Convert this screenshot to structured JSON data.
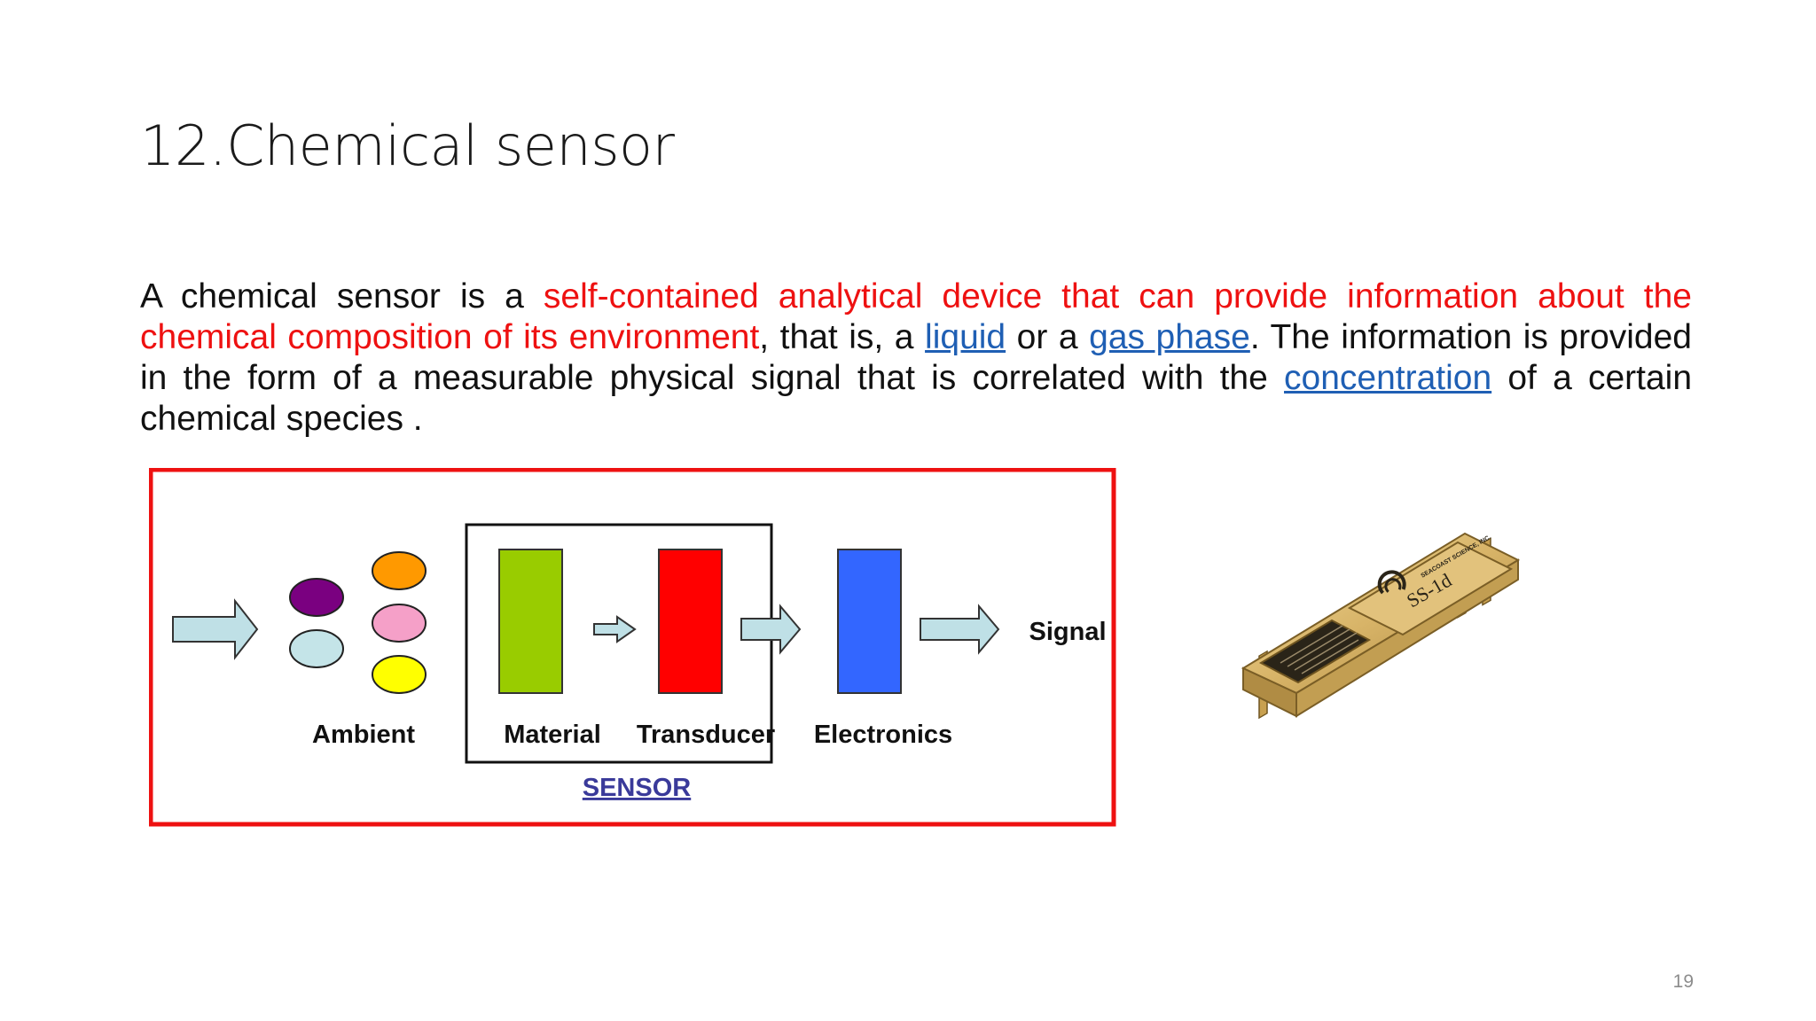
{
  "slide": {
    "title": "12.Chemical sensor",
    "page_number": "19"
  },
  "paragraph": {
    "part1": "A chemical sensor is a ",
    "highlight": "self-contained analytical device that can provide information about the chemical composition of its environment",
    "part2": ", that is, a ",
    "link_liquid": "liquid",
    "part3": " or a ",
    "link_gas": "gas phase",
    "part4": ". The information is provided in the form of a measurable physical signal that is correlated with the ",
    "link_concentration": "concentration",
    "part5": " of a certain chemical species ."
  },
  "diagram": {
    "labels": {
      "ambient": "Ambient",
      "material": "Material",
      "transducer": "Transducer",
      "electronics": "Electronics",
      "signal": "Signal",
      "sensor": "SENSOR"
    },
    "colors": {
      "frame": "#ee1111",
      "arrow_fill": "#bfe0e6",
      "molecule_purple": "#7a0080",
      "molecule_orange": "#ff9900",
      "molecule_pink": "#f5a0c8",
      "molecule_lightblue": "#c4e4e8",
      "molecule_yellow": "#ffff00",
      "material": "#99cc00",
      "transducer": "#ff0000",
      "electronics": "#3366ff",
      "sensor_label": "#3a3a9a"
    }
  },
  "chip_image": {
    "lid_text_top": "SEACOAST SCIENCE, INC.",
    "lid_text_main": "SS-1d",
    "colors": {
      "gold": "#d8b468",
      "gold_dark": "#9a7a34",
      "body": "#2a2418"
    }
  }
}
